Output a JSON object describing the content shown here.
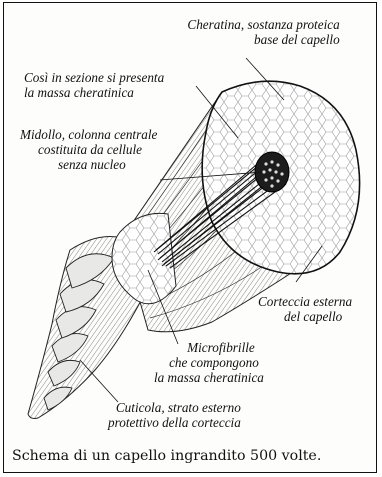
{
  "figure": {
    "labels": {
      "cheratina": [
        "Cheratina, sostanza proteica",
        "base del capello"
      ],
      "sezione": [
        "Così in sezione si presenta",
        "la massa cheratinica"
      ],
      "midollo": [
        "Midollo, colonna centrale",
        "costituita da cellule",
        "senza nucleo"
      ],
      "corteccia": [
        "Corteccia esterna",
        "del capello"
      ],
      "microfibrille": [
        "Microfibrille",
        "che compongono",
        "la massa cheratinica"
      ],
      "cuticola": [
        "Cuticola, strato esterno",
        "protettivo della corteccia"
      ]
    },
    "caption": "Schema di un capello ingrandito 500 volte."
  }
}
